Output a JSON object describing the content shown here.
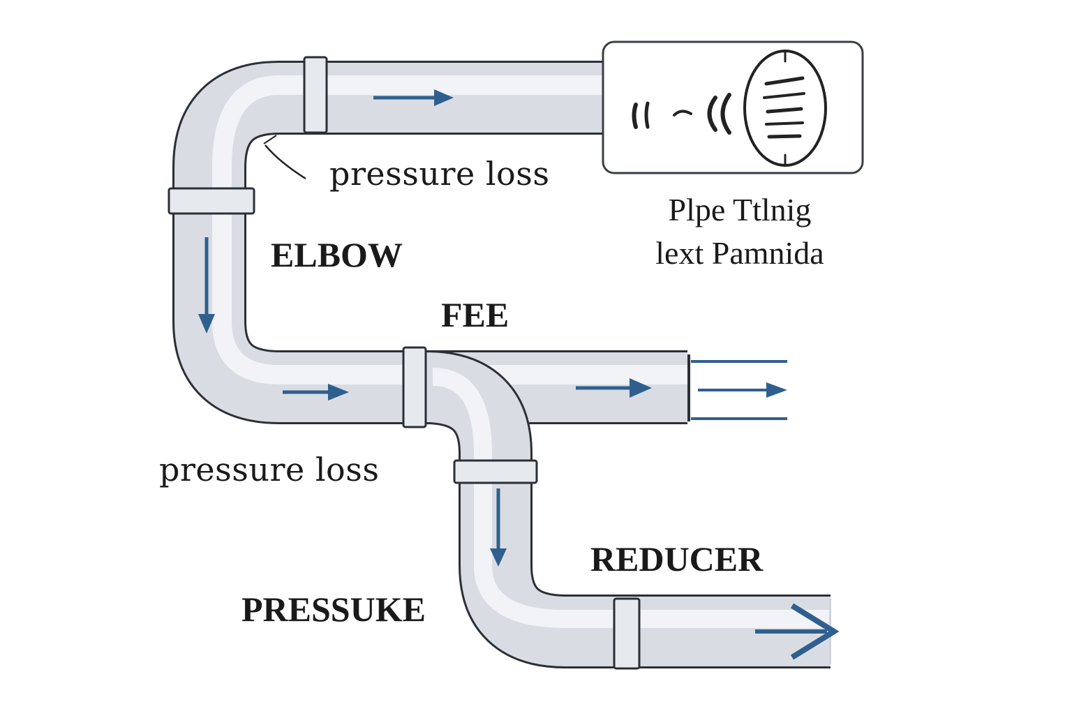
{
  "labels": {
    "pressure_loss_top": "pressure loss",
    "elbow": "ELBOW",
    "fee": "FEE",
    "pressure_loss_bottom": "pressure loss",
    "reducer": "REDUCER",
    "pressuke": "PRESSUKE",
    "device_caption_line1": "Plpe Ttlnig",
    "device_caption_line2": "lext Pamnida"
  },
  "colors": {
    "pipe_fill": "#d9dde3",
    "pipe_highlight": "#f3f5f8",
    "pipe_outline": "#2b2f36",
    "flow_arrow": "#2f5f8f",
    "text": "#1a1a1a"
  },
  "icons": {
    "device": "signal-icon"
  }
}
